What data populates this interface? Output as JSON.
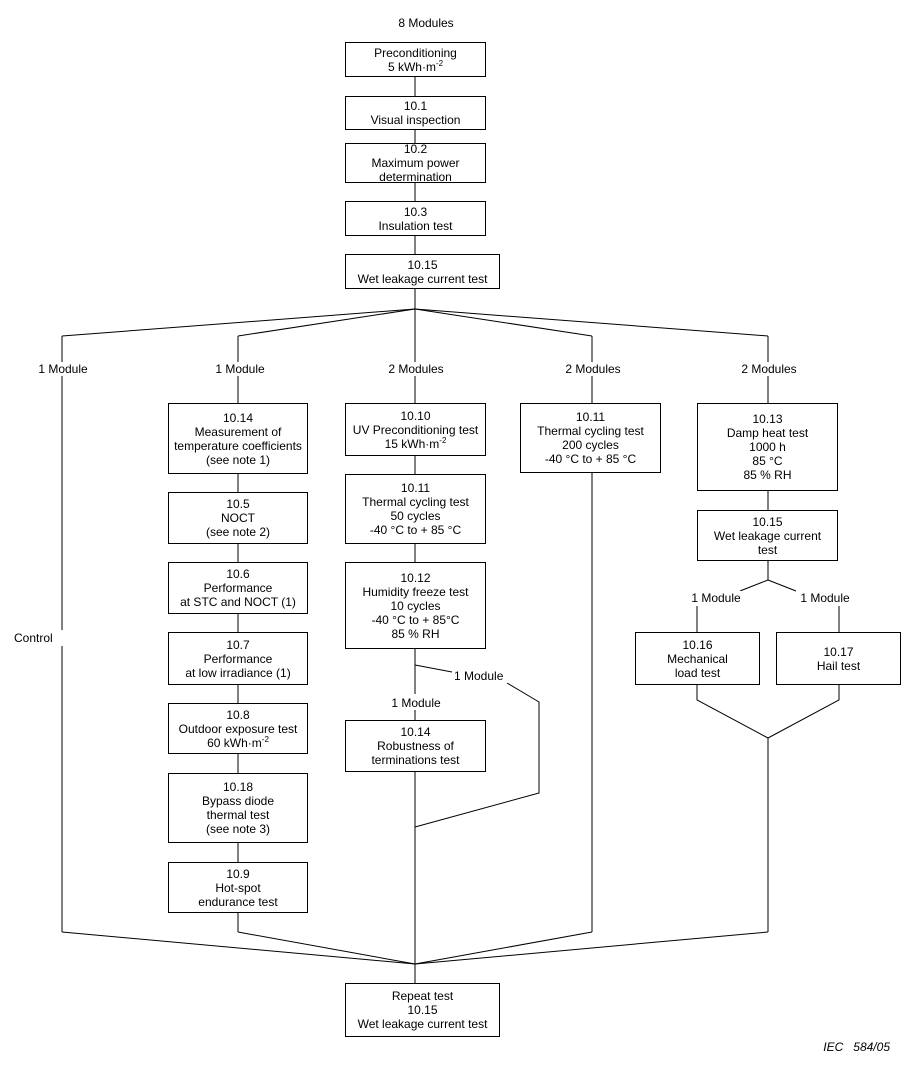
{
  "top_label": "8 Modules",
  "main_chain": [
    {
      "lines": [
        "Preconditioning",
        "5 kWh·m-2"
      ]
    },
    {
      "lines": [
        "10.1",
        "Visual inspection"
      ]
    },
    {
      "lines": [
        "10.2",
        "Maximum power",
        "determination"
      ]
    },
    {
      "lines": [
        "10.3",
        "Insulation test"
      ]
    },
    {
      "lines": [
        "10.15",
        "Wet leakage current test"
      ]
    }
  ],
  "branch_labels": [
    "1 Module",
    "1 Module",
    "2 Modules",
    "2 Modules",
    "2 Modules"
  ],
  "control_label": "Control",
  "branch2": [
    {
      "lines": [
        "10.14",
        "Measurement of",
        "temperature coefficients",
        "(see note 1)"
      ]
    },
    {
      "lines": [
        "10.5",
        "NOCT",
        "(see note 2)"
      ]
    },
    {
      "lines": [
        "10.6",
        "Performance",
        "at STC and NOCT (1)"
      ]
    },
    {
      "lines": [
        "10.7",
        "Performance",
        "at low irradiance (1)"
      ]
    },
    {
      "lines": [
        "10.8",
        "Outdoor exposure test",
        "60 kWh·m-2"
      ]
    },
    {
      "lines": [
        "10.18",
        "Bypass diode",
        "thermal test",
        "(see note 3)"
      ]
    },
    {
      "lines": [
        "10.9",
        "Hot-spot",
        "endurance test"
      ]
    }
  ],
  "branch3": [
    {
      "lines": [
        "10.10",
        "UV Preconditioning test",
        "15 kWh·m-2"
      ]
    },
    {
      "lines": [
        "10.11",
        "Thermal cycling test",
        "50 cycles",
        "-40 °C to + 85 °C"
      ]
    },
    {
      "lines": [
        "10.12",
        "Humidity freeze test",
        "10 cycles",
        "-40 °C to + 85°C",
        "85 % RH"
      ]
    },
    {
      "lines": [
        "10.14",
        "Robustness of",
        "terminations test"
      ]
    }
  ],
  "branch3_sub_labels": [
    "1 Module",
    "1 Module"
  ],
  "branch4": [
    {
      "lines": [
        "10.11",
        "Thermal cycling test",
        "200 cycles",
        "-40 °C to + 85 °C"
      ]
    }
  ],
  "branch5": [
    {
      "lines": [
        "10.13",
        "Damp heat test",
        "1000 h",
        "85 °C",
        "85 % RH"
      ]
    },
    {
      "lines": [
        "10.15",
        "Wet leakage current",
        "test"
      ]
    }
  ],
  "branch5_sub_labels": [
    "1 Module",
    "1 Module"
  ],
  "branch5_sub": [
    {
      "lines": [
        "10.16",
        "Mechanical",
        "load test"
      ]
    },
    {
      "lines": [
        "10.17",
        "Hail test"
      ]
    }
  ],
  "final": {
    "lines": [
      "Repeat test",
      "10.15",
      "Wet leakage current test"
    ]
  },
  "footer": "IEC   584/05"
}
